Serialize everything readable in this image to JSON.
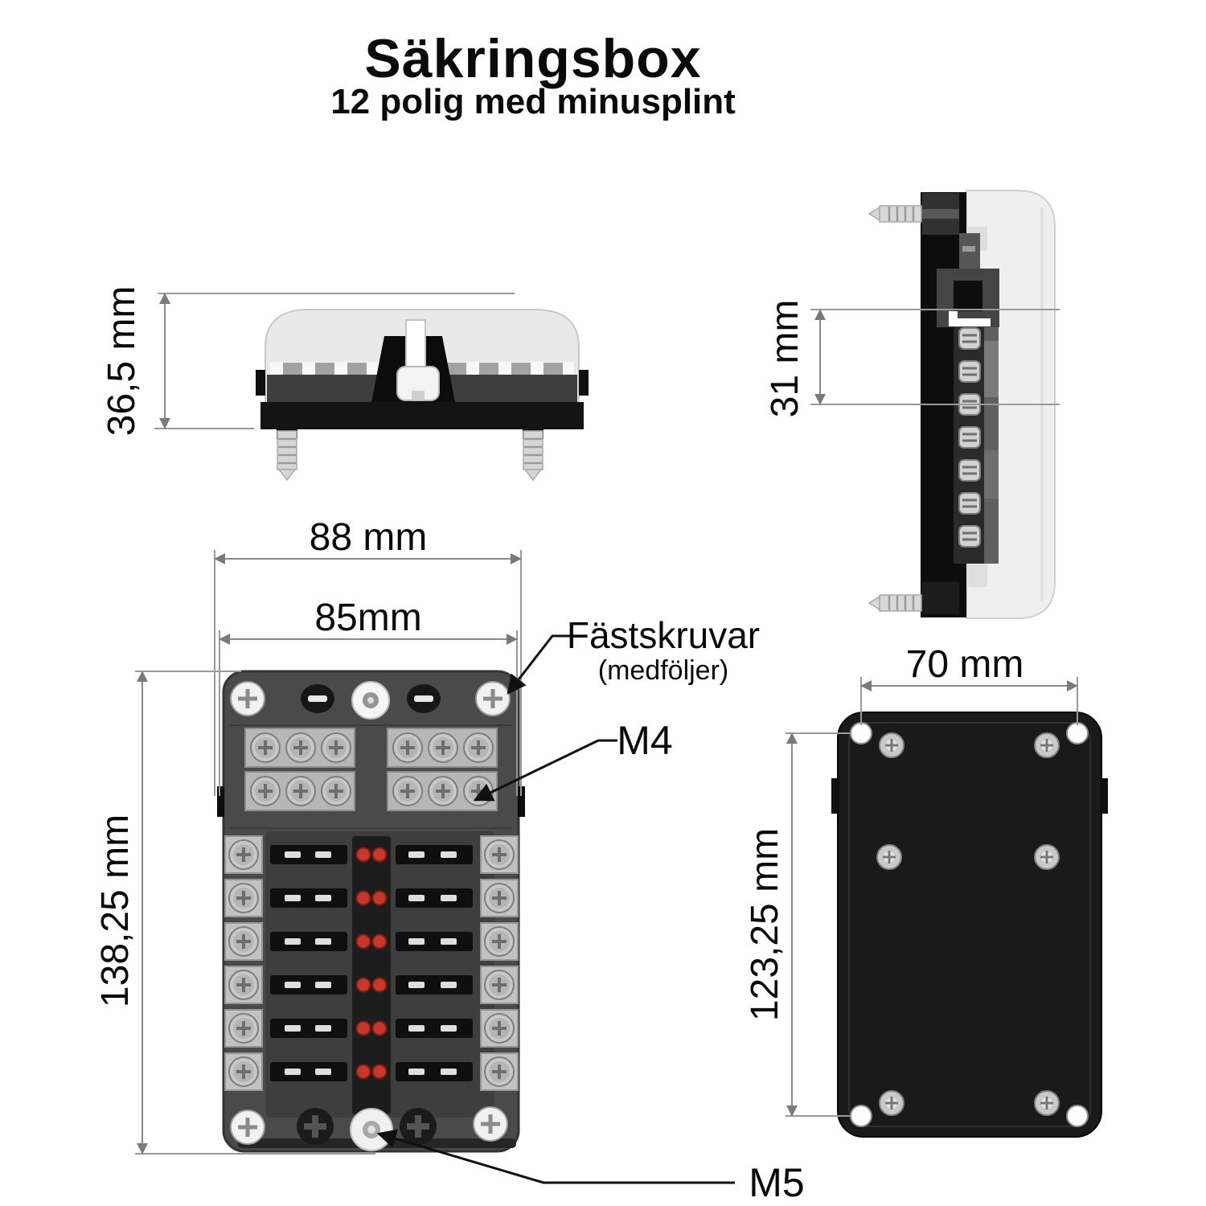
{
  "title": "Säkringsbox",
  "subtitle": "12 polig med minusplint",
  "dimensions": {
    "side_front_height": "36,5 mm",
    "side_right_pitch": "31 mm",
    "front_width_outer": "88 mm",
    "front_width_inner": "85mm",
    "front_height": "138,25 mm",
    "back_hole_spacing": "70 mm",
    "back_height": "123,25 mm"
  },
  "labels": {
    "mount_screws": "Fästskruvar",
    "mount_screws_note": "(medföljer)",
    "terminal_thread": "M4",
    "stud_thread": "M5"
  },
  "colors": {
    "led_red": "#c8382a",
    "front_body": "#4a4a4a",
    "back_plate": "#1a1a1a",
    "cover_light": "#e9e9e9",
    "dim_line": "#8a8a8a"
  }
}
